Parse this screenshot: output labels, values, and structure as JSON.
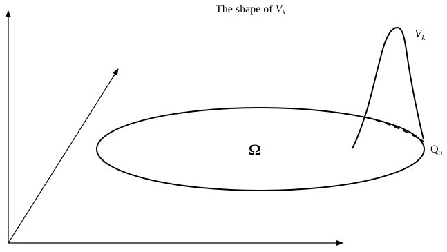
{
  "title": {
    "prefix": "The shape of ",
    "var": "V",
    "sub": "k"
  },
  "labels": {
    "vk_var": "V",
    "vk_sub": "k",
    "omega": "Ω",
    "q_main": "Q",
    "q_sub": "0"
  }
}
